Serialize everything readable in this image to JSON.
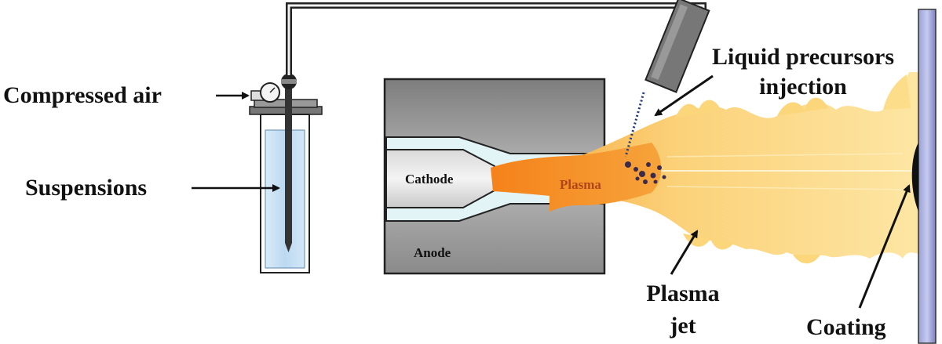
{
  "labels": {
    "compressed_air": "Compressed air",
    "suspensions": "Suspensions",
    "cathode": "Cathode",
    "anode": "Anode",
    "plasma": "Plasma",
    "injection_line1": "Liquid precursors",
    "injection_line2": "injection",
    "jet_line1": "Plasma",
    "jet_line2": "jet",
    "coating": "Coating"
  },
  "colors": {
    "plasma_core": "#f28c1a",
    "plasma_plume": "#fbd97a",
    "torch_body": "#9e9e9e",
    "gas_channel": "#dff3f5",
    "suspension_liquid": "#cfe6f7",
    "substrate": "#8f93c9"
  }
}
